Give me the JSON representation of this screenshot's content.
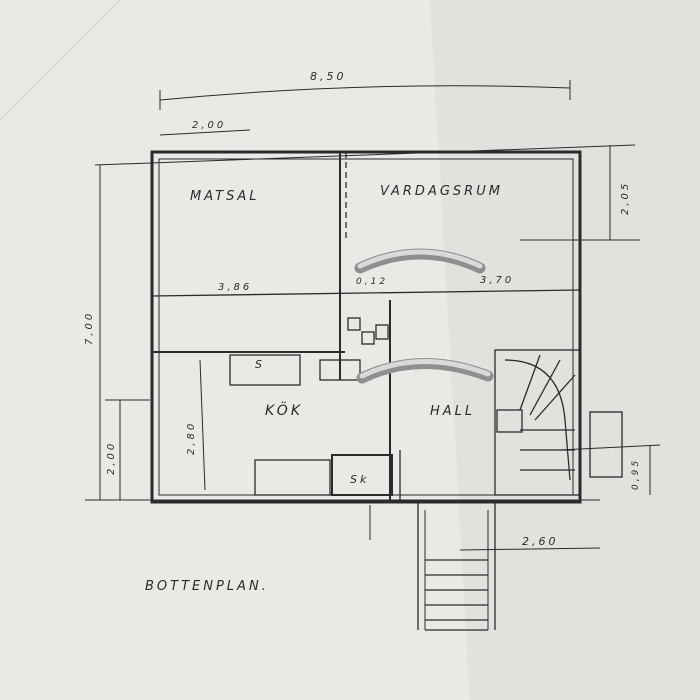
{
  "plan": {
    "title": "BOTTENPLAN.",
    "rooms": {
      "matsal": "MATSAL",
      "vardagsrum": "VARDAGSRUM",
      "kok": "KÖK",
      "hall": "HALL",
      "s": "S",
      "sk": "Sk"
    },
    "dimensions": {
      "total_width": "8,50",
      "top_left_width": "2,00",
      "matsal_width": "3,86",
      "middle_wall": "0,12",
      "right_width": "3,70",
      "right_height": "2,05",
      "total_height": "7,00",
      "kok_height": "2,80",
      "left_lower_height": "2,00",
      "right_lower_height": "0,95",
      "stair_offset": "2,60"
    }
  },
  "colors": {
    "paper": "#e9e9e6",
    "ink": "#2b2b2b",
    "binder_ring": "#b8b8b8"
  }
}
